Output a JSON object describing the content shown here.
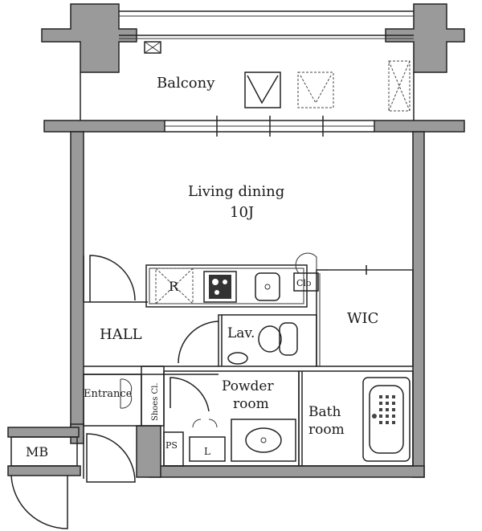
{
  "rooms": {
    "balcony": "Balcony",
    "living_dining": "Living dining",
    "living_dining_size": "10J",
    "hall": "HALL",
    "lav": "Lav.",
    "wic": "WIC",
    "powder_room_1": "Powder",
    "powder_room_2": "room",
    "bath_room_1": "Bath",
    "bath_room_2": "room",
    "entrance": "Entrance",
    "shoes_cl": "Shoes Cl.",
    "cl": "Clo",
    "ps": "PS",
    "l": "L",
    "mb": "MB",
    "r": "R"
  },
  "colors": {
    "wall_fill": "#9a9a9a",
    "line": "#222222"
  }
}
